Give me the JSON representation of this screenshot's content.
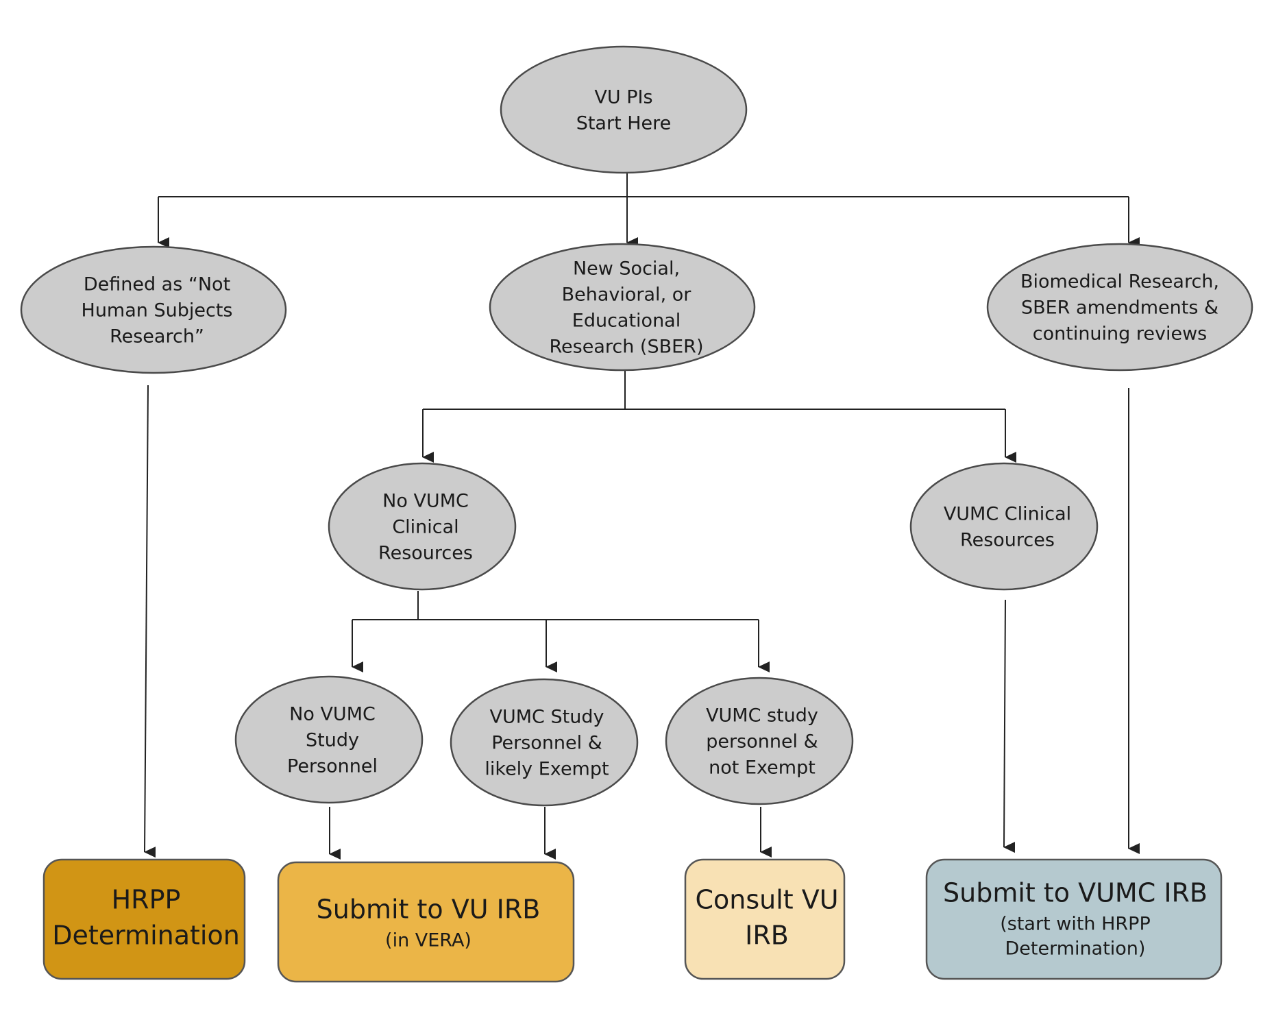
{
  "nodes": {
    "start": [
      "VU PIs",
      "Start  Here"
    ],
    "not_human": [
      "Defined as “Not",
      "Human Subjects",
      "Research”"
    ],
    "new_sber": [
      "New Social,",
      "Behavioral, or",
      "Educational",
      "Research (SBER)"
    ],
    "biomedical": [
      "Biomedical Research,",
      "SBER amendments &",
      "continuing reviews"
    ],
    "no_vumc_clinical": [
      "No VUMC",
      "Clinical",
      "Resources"
    ],
    "vumc_clinical": [
      "VUMC Clinical",
      "Resources"
    ],
    "no_vumc_personnel": [
      "No VUMC",
      "Study",
      "Personnel"
    ],
    "vumc_personnel_exempt": [
      "VUMC Study",
      "Personnel &",
      "likely Exempt"
    ],
    "vumc_personnel_not_exempt": [
      "VUMC study",
      "personnel &",
      "not Exempt"
    ]
  },
  "outcomes": {
    "hrpp": {
      "lines": [
        "HRPP",
        "Determination"
      ],
      "sub": [],
      "color": "#d19515"
    },
    "vu_irb": {
      "lines": [
        "Submit to VU IRB"
      ],
      "sub": [
        "(in VERA)"
      ],
      "color": "#ebb547"
    },
    "consult": {
      "lines": [
        "Consult VU",
        "IRB"
      ],
      "sub": [],
      "color": "#f8e1b4"
    },
    "vumc_irb": {
      "lines": [
        "Submit to VUMC IRB"
      ],
      "sub": [
        "(start with HRPP",
        "Determination)"
      ],
      "color": "#b5c9cf"
    }
  }
}
